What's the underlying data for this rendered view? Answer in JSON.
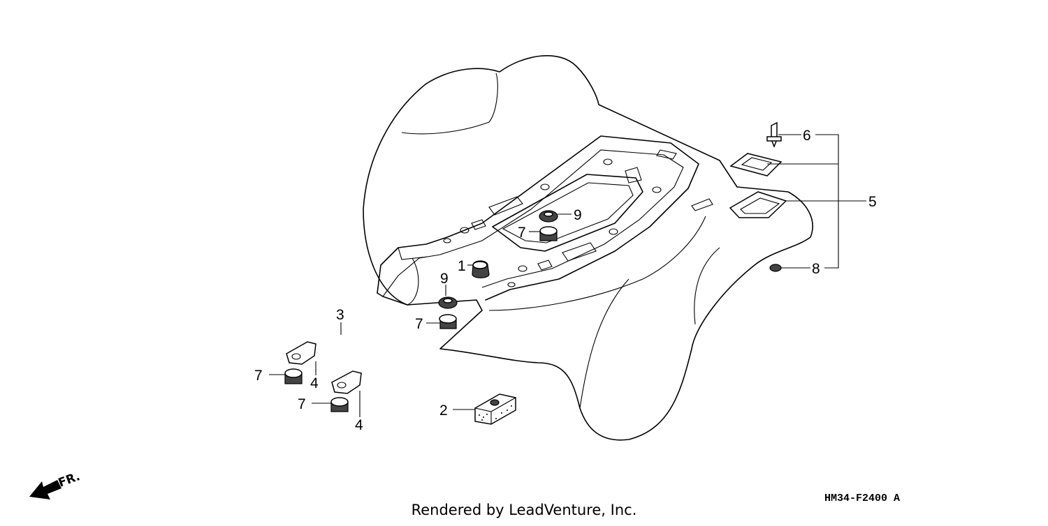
{
  "diagram": {
    "part_code": "HM34-F2400 A",
    "credit": "Rendered by LeadVenture, Inc.",
    "direction_label": "FR.",
    "callouts": {
      "c1": "1",
      "c2": "2",
      "c3": "3",
      "c4a": "4",
      "c4b": "4",
      "c5": "5",
      "c6": "6",
      "c7a": "7",
      "c7b": "7",
      "c7c": "7",
      "c7d": "7",
      "c8": "8",
      "c9a": "9",
      "c9b": "9"
    }
  }
}
